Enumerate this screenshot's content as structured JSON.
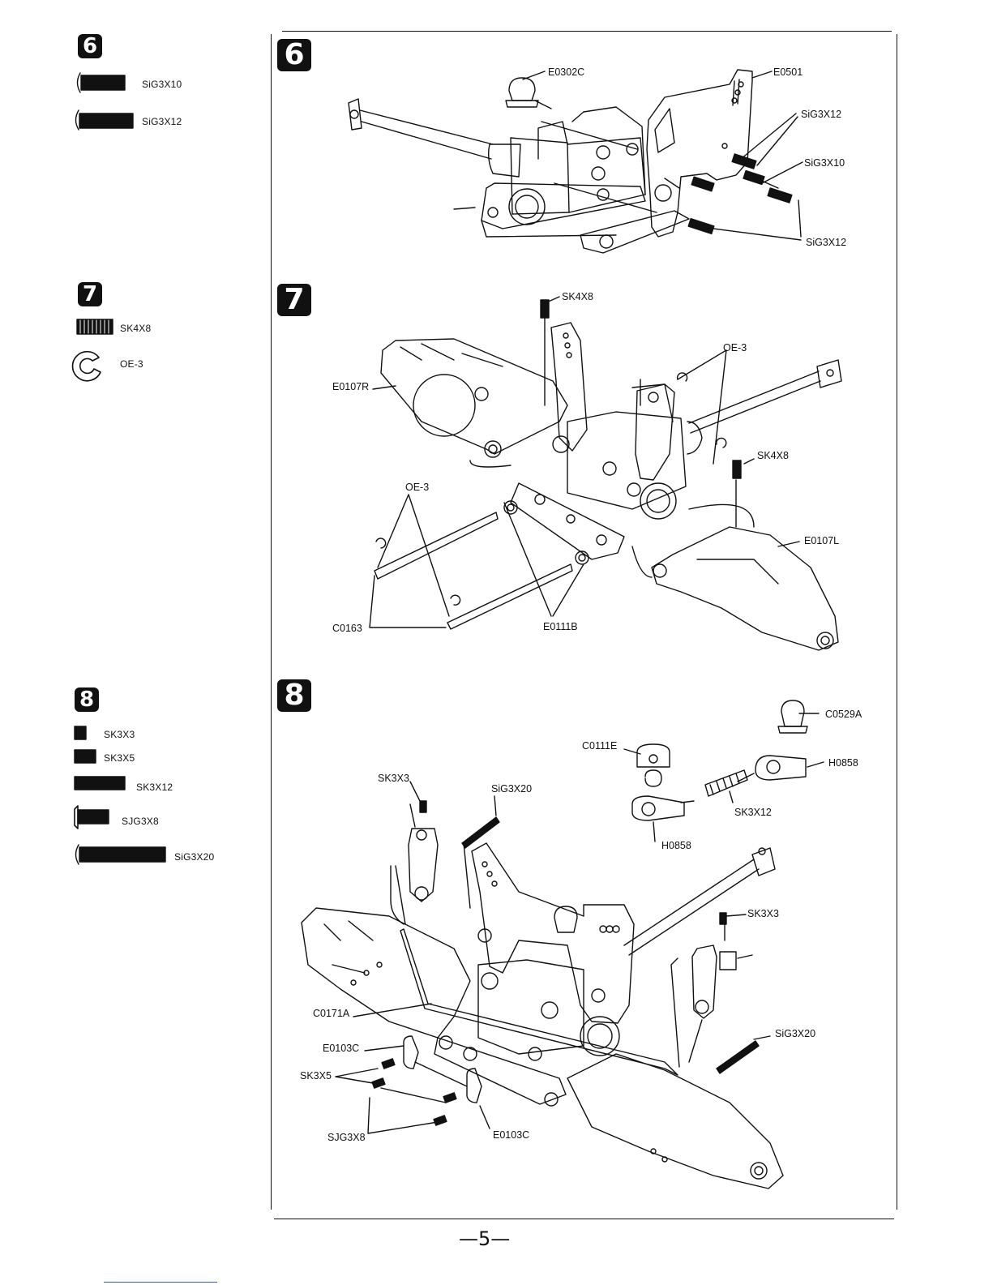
{
  "page_number": "—5—",
  "sidebar": {
    "steps": [
      {
        "badge": "6",
        "parts": [
          {
            "label": "SiG3X10"
          },
          {
            "label": "SiG3X12"
          }
        ]
      },
      {
        "badge": "7",
        "parts": [
          {
            "label": "SK4X8"
          },
          {
            "label": "OE-3"
          }
        ]
      },
      {
        "badge": "8",
        "parts": [
          {
            "label": "SK3X3"
          },
          {
            "label": "SK3X5"
          },
          {
            "label": "SK3X12"
          },
          {
            "label": "SJG3X8"
          },
          {
            "label": "SiG3X20"
          }
        ]
      }
    ]
  },
  "diagrams": [
    {
      "badge": "6",
      "callouts": [
        "E0302C",
        "E0501",
        "SiG3X12",
        "SiG3X10",
        "SiG3X12"
      ]
    },
    {
      "badge": "7",
      "callouts": [
        "SK4X8",
        "OE-3",
        "E0107R",
        "SK4X8",
        "OE-3",
        "E0107L",
        "C0163",
        "E0111B"
      ]
    },
    {
      "badge": "8",
      "callouts": [
        "C0529A",
        "C0111E",
        "H0858",
        "SK3X3",
        "SiG3X20",
        "SK3X12",
        "H0858",
        "SK3X3",
        "C0171A",
        "SiG3X20",
        "E0103C",
        "SK3X5",
        "SJG3X8",
        "E0103C"
      ]
    }
  ]
}
